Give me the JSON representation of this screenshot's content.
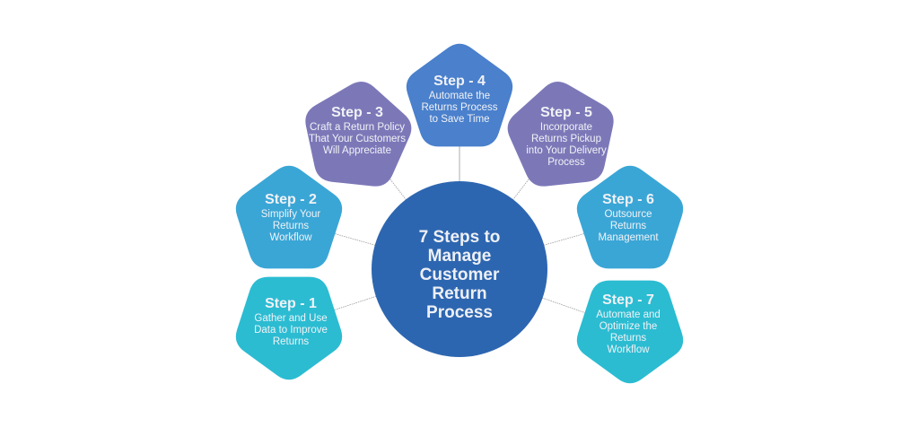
{
  "center": {
    "title_lines": [
      "7 Steps to",
      "Manage",
      "Customer",
      "Return",
      "Process"
    ],
    "color": "#2d66b0"
  },
  "colors": {
    "connector": "#9a9a9a",
    "step_text": "#f1f2f6"
  },
  "steps": [
    {
      "title": "Step - 1",
      "lines": [
        "Gather and Use",
        "Data to Improve",
        "Returns"
      ],
      "color": "#2bbcd2"
    },
    {
      "title": "Step - 2",
      "lines": [
        "Simplify Your",
        "Returns",
        "Workflow"
      ],
      "color": "#3aa6d6"
    },
    {
      "title": "Step - 3",
      "lines": [
        "Craft a Return Policy",
        "That Your Customers",
        "Will Appreciate"
      ],
      "color": "#7c78b8"
    },
    {
      "title": "Step - 4",
      "lines": [
        "Automate the",
        "Returns Process",
        "to Save Time"
      ],
      "color": "#4a80cc"
    },
    {
      "title": "Step - 5",
      "lines": [
        "Incorporate",
        "Returns Pickup",
        "into Your Delivery",
        "Process"
      ],
      "color": "#7c78b8"
    },
    {
      "title": "Step - 6",
      "lines": [
        "Outsource",
        "Returns",
        "Management"
      ],
      "color": "#3aa6d6"
    },
    {
      "title": "Step - 7",
      "lines": [
        "Automate and",
        "Optimize the",
        "Returns",
        "Workflow"
      ],
      "color": "#2bbcd2"
    }
  ]
}
